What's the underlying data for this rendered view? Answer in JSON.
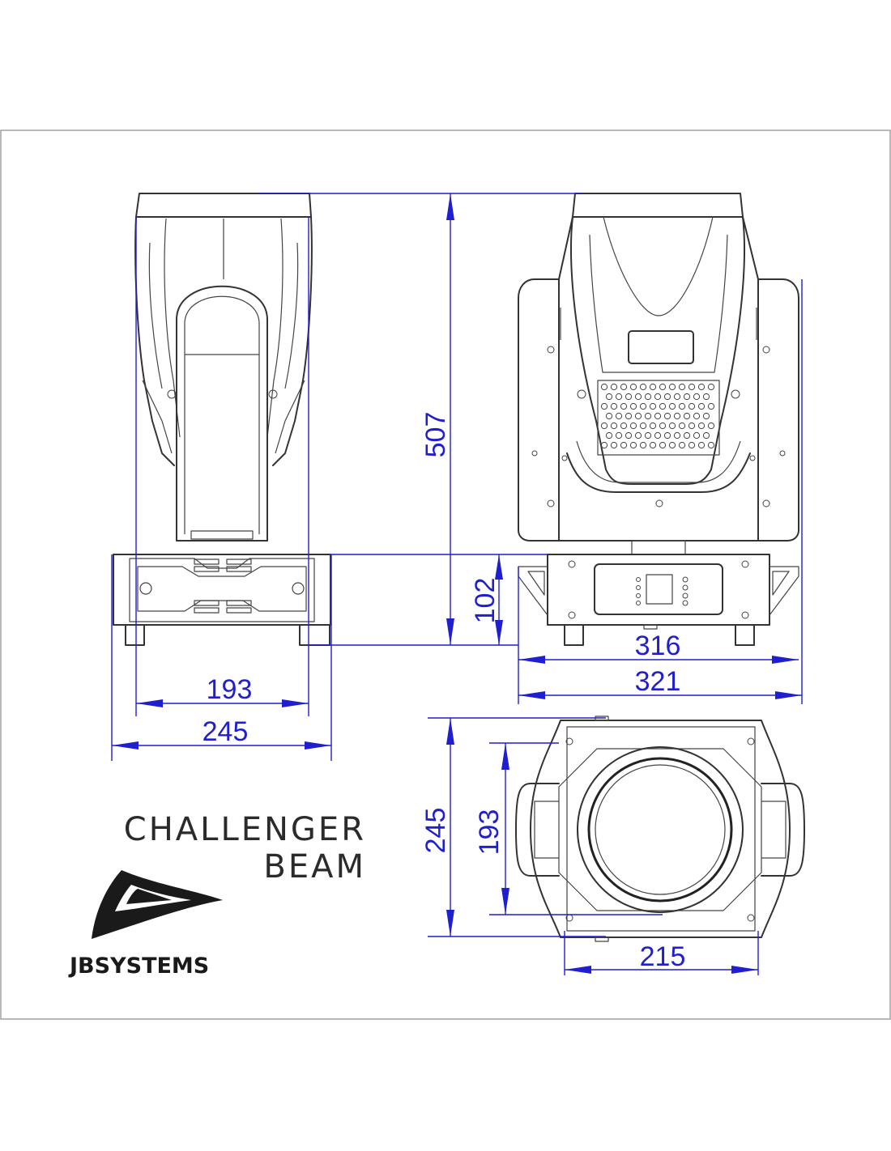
{
  "product": {
    "name_line1": "CHALLENGER",
    "name_line2": "BEAM"
  },
  "brand": {
    "name": "JBSYSTEMS",
    "logo_icon": "jbsystems-swoosh-logo"
  },
  "colors": {
    "dimension": "#1f1fd0",
    "outline": "#333333",
    "frame": "#9a9a9a"
  },
  "dimensions": {
    "total_height": "507",
    "base_height": "102",
    "base_depth": "316",
    "overall_width": "321",
    "side_inner_width": "193",
    "side_base_width": "245",
    "top_depth": "245",
    "top_inner_depth": "193",
    "top_width": "215"
  }
}
